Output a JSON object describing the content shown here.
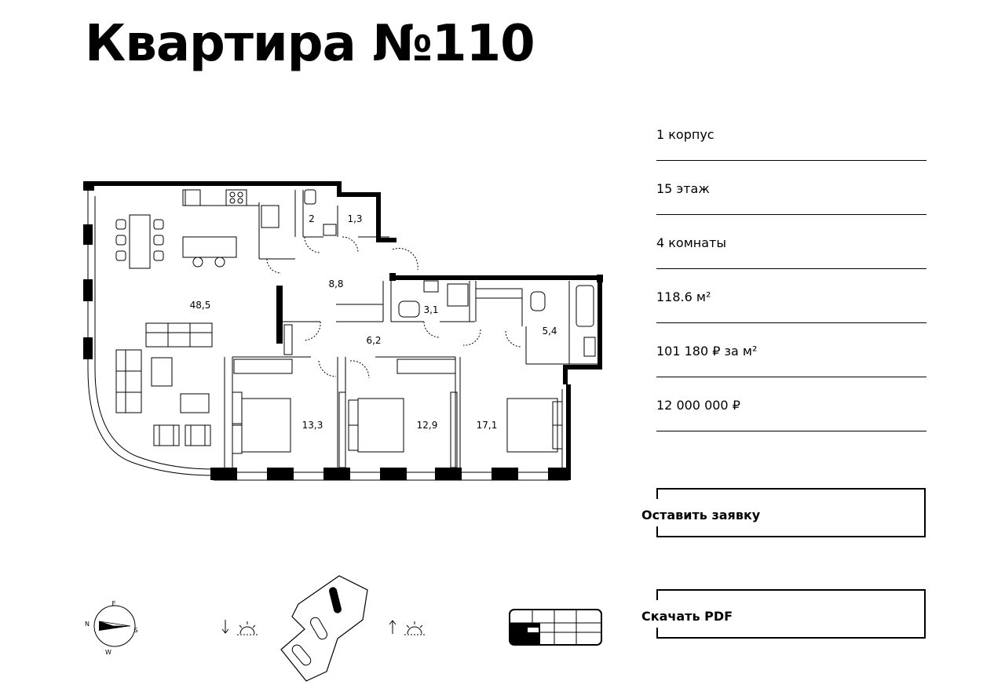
{
  "title": "Квартира №110",
  "details": [
    "1 корпус",
    "15 этаж",
    "4 комнаты",
    "118.6 м²",
    "101 180 ₽ за м²",
    "12 000 000 ₽"
  ],
  "buttons": {
    "request": "Оставить заявку",
    "pdf": "Скачать PDF"
  },
  "plan": {
    "rooms": [
      {
        "id": "living",
        "area": "48,5"
      },
      {
        "id": "wc-small",
        "area": "2"
      },
      {
        "id": "storage",
        "area": "1,3"
      },
      {
        "id": "hall",
        "area": "8,8"
      },
      {
        "id": "bathroom-1",
        "area": "3,1"
      },
      {
        "id": "corridor",
        "area": "6,2"
      },
      {
        "id": "bathroom-2",
        "area": "5,4"
      },
      {
        "id": "bedroom-1",
        "area": "13,3"
      },
      {
        "id": "bedroom-2",
        "area": "12,9"
      },
      {
        "id": "bedroom-3",
        "area": "17,1"
      }
    ]
  },
  "compass": {
    "n": "N",
    "e": "E",
    "s": "S",
    "w": "W"
  },
  "icons": {
    "compass": "compass-icon",
    "sunset": "sunset-icon",
    "sunrise": "sunrise-icon",
    "site": "site-plan-icon",
    "floors": "floor-selector-icon"
  }
}
